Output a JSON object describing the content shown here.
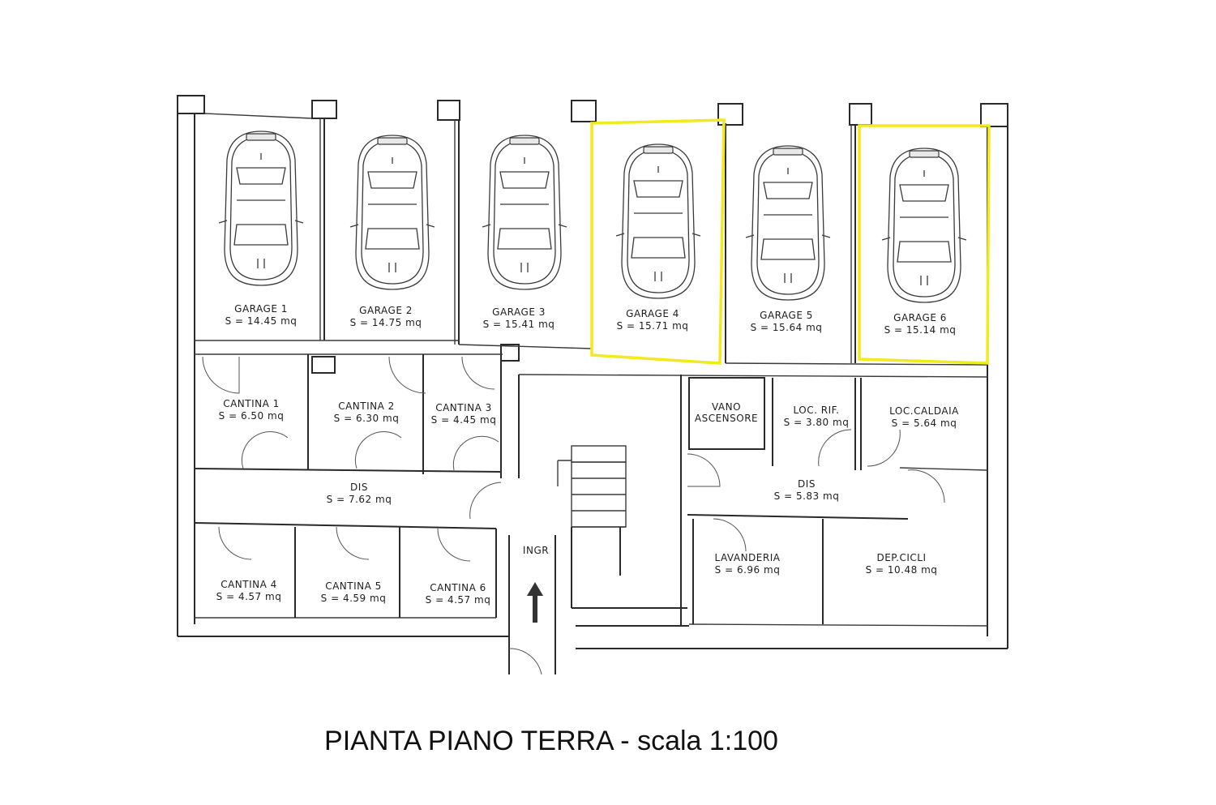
{
  "title": "PIANTA PIANO TERRA - scala 1:100",
  "highlight_color": "#f2ea1c",
  "rooms": {
    "garage_1": {
      "name": "GARAGE 1",
      "area": "S = 14.45 mq"
    },
    "garage_2": {
      "name": "GARAGE 2",
      "area": "S = 14.75 mq"
    },
    "garage_3": {
      "name": "GARAGE 3",
      "area": "S = 15.41 mq"
    },
    "garage_4": {
      "name": "GARAGE 4",
      "area": "S = 15.71 mq"
    },
    "garage_5": {
      "name": "GARAGE 5",
      "area": "S = 15.64 mq"
    },
    "garage_6": {
      "name": "GARAGE 6",
      "area": "S = 15.14 mq"
    },
    "cantina_1": {
      "name": "CANTINA 1",
      "area": "S = 6.50 mq"
    },
    "cantina_2": {
      "name": "CANTINA 2",
      "area": "S = 6.30 mq"
    },
    "cantina_3": {
      "name": "CANTINA 3",
      "area": "S = 4.45 mq"
    },
    "cantina_4": {
      "name": "CANTINA 4",
      "area": "S = 4.57 mq"
    },
    "cantina_5": {
      "name": "CANTINA 5",
      "area": "S = 4.59 mq"
    },
    "cantina_6": {
      "name": "CANTINA 6",
      "area": "S = 4.57 mq"
    },
    "dis_left": {
      "name": "DIS",
      "area": "S = 7.62 mq"
    },
    "dis_right": {
      "name": "DIS",
      "area": "S = 5.83 mq"
    },
    "ingresso": {
      "name": "INGR"
    },
    "vano_ascensore": {
      "line1": "VANO",
      "line2": "ASCENSORE"
    },
    "loc_rif": {
      "name": "LOC. RIF.",
      "area": "S = 3.80 mq"
    },
    "loc_caldaia": {
      "name": "LOC.CALDAIA",
      "area": "S = 5.64 mq"
    },
    "lavanderia": {
      "name": "LAVANDERIA",
      "area": "S = 6.96 mq"
    },
    "dep_cicli": {
      "name": "DEP.CICLI",
      "area": "S = 10.48 mq"
    }
  }
}
